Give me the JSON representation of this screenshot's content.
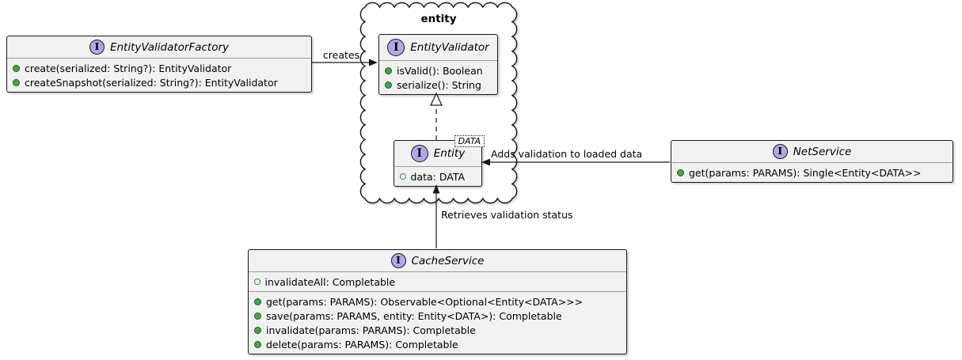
{
  "package": {
    "label": "entity"
  },
  "boxes": {
    "factory": {
      "icon_letter": "I",
      "title": "EntityValidatorFactory",
      "methods": [
        "create(serialized: String?): EntityValidator",
        "createSnapshot(serialized: String?): EntityValidator"
      ]
    },
    "validator": {
      "icon_letter": "I",
      "title": "EntityValidator",
      "methods": [
        "isValid(): Boolean",
        "serialize(): String"
      ]
    },
    "entity": {
      "icon_letter": "I",
      "title": "Entity",
      "generic": "DATA",
      "fields": [
        "data: DATA"
      ]
    },
    "net_service": {
      "icon_letter": "I",
      "title": "NetService",
      "methods": [
        "get(params: PARAMS): Single<Entity<DATA>>"
      ]
    },
    "cache_service": {
      "icon_letter": "I",
      "title": "CacheService",
      "fields": [
        "invalidateAll: Completable"
      ],
      "methods": [
        "get(params: PARAMS): Observable<Optional<Entity<DATA>>>",
        "save(params: PARAMS, entity: Entity<DATA>): Completable",
        "invalidate(params: PARAMS): Completable",
        "delete(params: PARAMS): Completable"
      ]
    }
  },
  "edges": {
    "creates_label": "creates",
    "adds_validation_label": "Adds validation to loaded data",
    "retrieves_status_label": "Retrieves validation status"
  },
  "colors": {
    "box_fill": "#F1F1F1",
    "box_border": "#181818",
    "interface_icon_fill": "#B4A7E6",
    "method_dot_fill": "#4F9E4F",
    "field_dot_ring": "#2E9245"
  }
}
